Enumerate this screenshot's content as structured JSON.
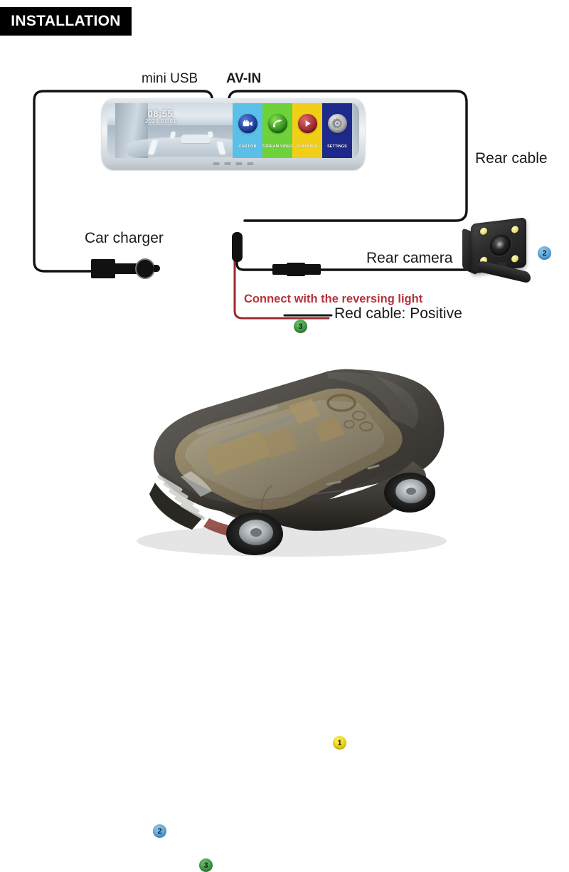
{
  "banner": {
    "title": "INSTALLATION"
  },
  "diagram": {
    "labels": {
      "mini_usb": "mini USB",
      "av_in": "AV-IN",
      "rear_cable": "Rear cable",
      "car_charger": "Car charger",
      "rear_camera": "Rear camera",
      "reversing_light": "Connect with the reversing light",
      "red_cable": "Red cable: Positive"
    },
    "badges": {
      "one": "1",
      "two": "2",
      "three": "3"
    },
    "colors": {
      "badge_blue": "#4b9ad6",
      "badge_green": "#2e8b38",
      "badge_yellow": "#e8cf06",
      "red_cable": "#b5333c",
      "black_cable": "#111111",
      "routing_dashed": "#f2e010"
    }
  },
  "mirror": {
    "osd": {
      "time": "08:55",
      "date": "2020-01-01"
    },
    "menu_tiles": [
      {
        "label": "CAR DVR",
        "icon": "camcorder-icon",
        "bg": "#5bc0e8"
      },
      {
        "label": "STREAM VIDEO",
        "icon": "mirror-stream-icon",
        "bg": "#6ed23a"
      },
      {
        "label": "PLAYBACK",
        "icon": "play-icon",
        "bg": "#f2cf17"
      },
      {
        "label": "SETTINGS",
        "icon": "gear-icon",
        "bg": "#1d2a8c"
      }
    ]
  }
}
